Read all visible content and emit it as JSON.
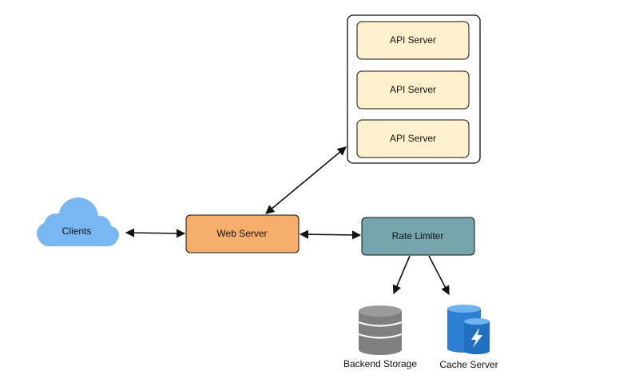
{
  "nodes": {
    "clients": {
      "label": "Clients"
    },
    "web_server": {
      "label": "Web Server"
    },
    "rate_limiter": {
      "label": "Rate Limiter"
    },
    "api_servers": [
      {
        "label": "API Server"
      },
      {
        "label": "API Server"
      },
      {
        "label": "API Server"
      }
    ],
    "backend_storage": {
      "label": "Backend Storage"
    },
    "cache_server": {
      "label": "Cache Server"
    }
  },
  "colors": {
    "cloud": "#79b7f2",
    "web_server": "#f6ae6b",
    "rate_limiter": "#76a5ae",
    "api_server": "#fdf0cc",
    "database": "#7f7f7f",
    "cache": "#2d7fd3",
    "stroke": "#111111"
  }
}
